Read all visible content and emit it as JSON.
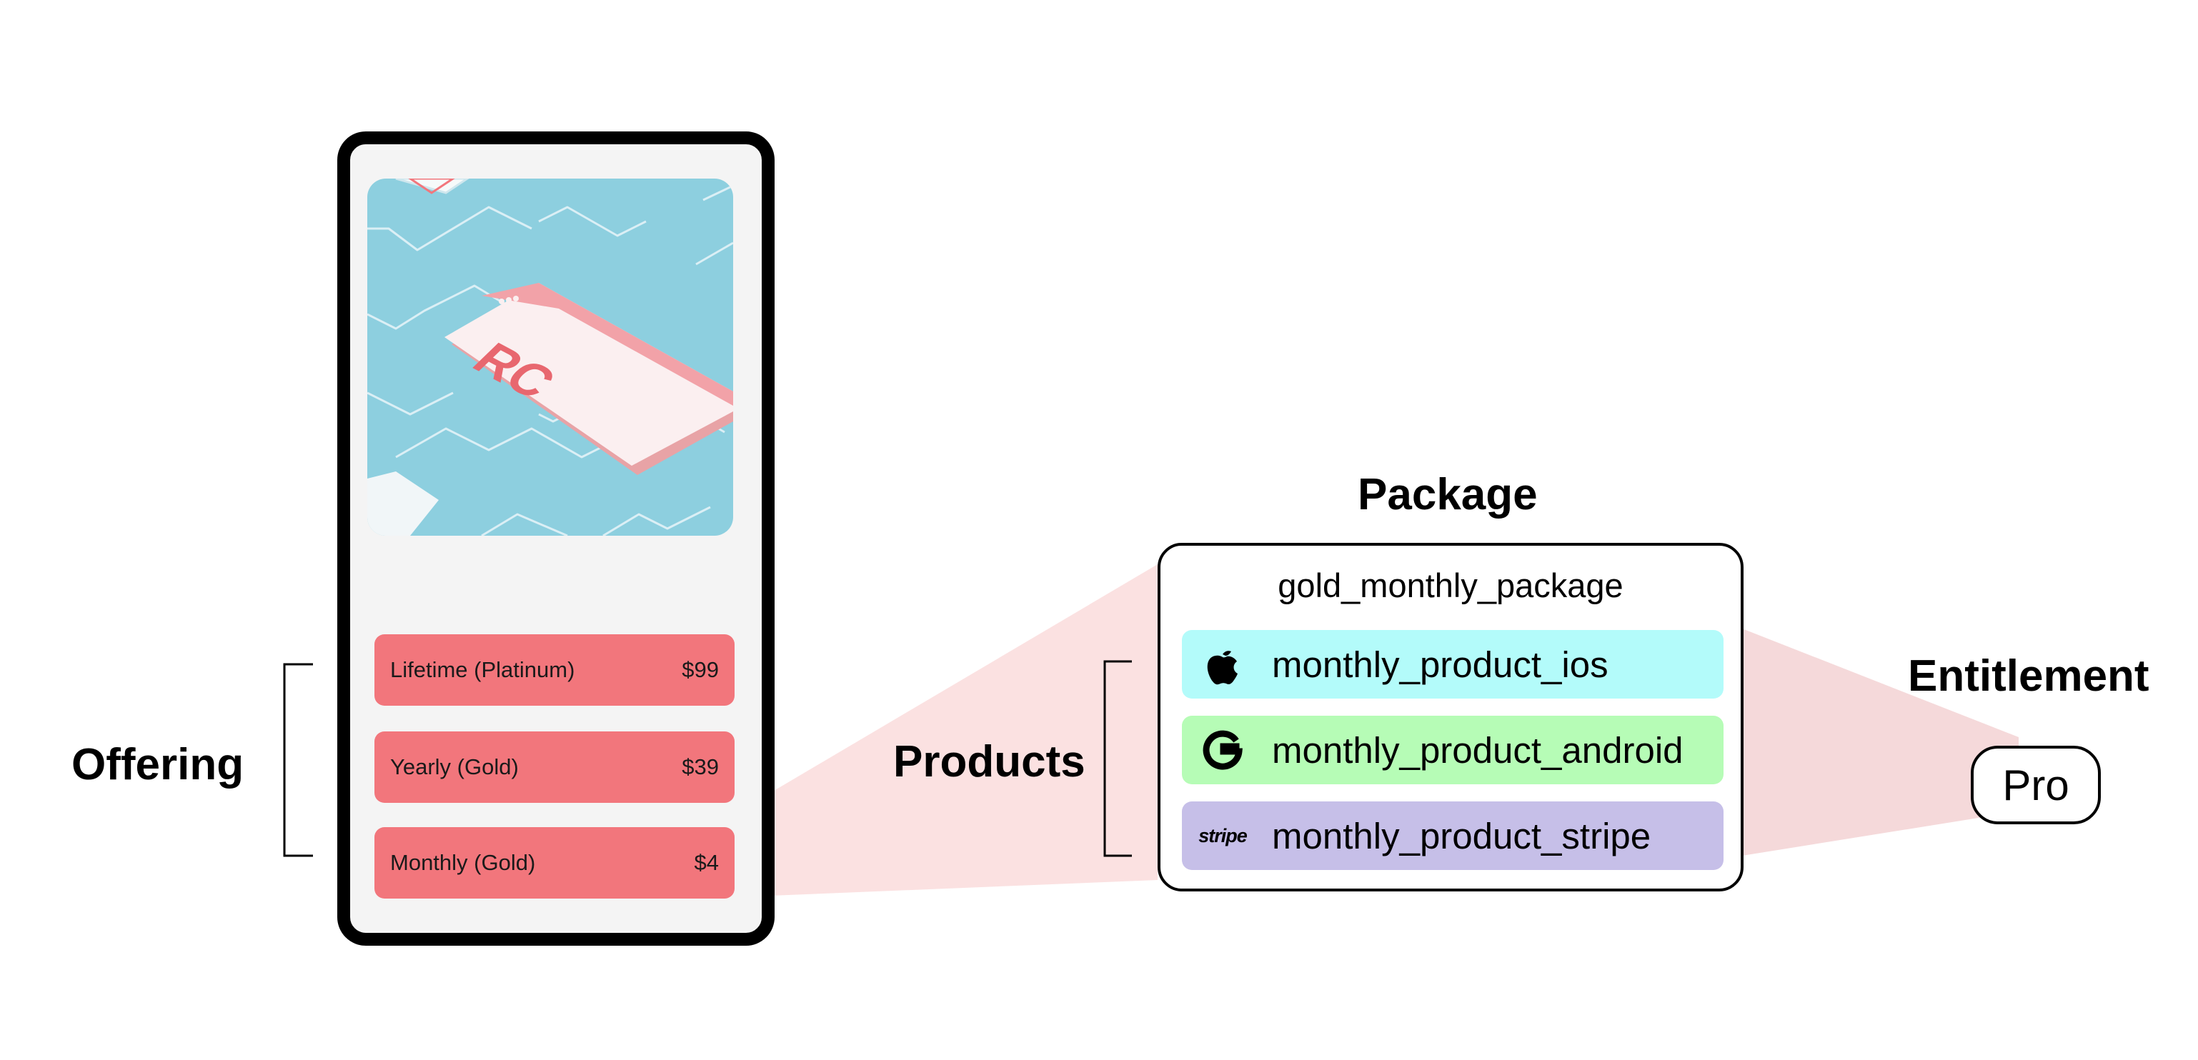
{
  "labels": {
    "offering": "Offering",
    "products": "Products",
    "package": "Package",
    "entitlement": "Entitlement"
  },
  "phone": {
    "hero_logo_text": "RC",
    "options": [
      {
        "name": "Lifetime (Platinum)",
        "price": "$99"
      },
      {
        "name": "Yearly (Gold)",
        "price": "$39"
      },
      {
        "name": "Monthly (Gold)",
        "price": "$4"
      }
    ]
  },
  "package": {
    "name": "gold_monthly_package",
    "products": [
      {
        "icon": "apple-icon",
        "name": "monthly_product_ios",
        "color": "#b3fbfa"
      },
      {
        "icon": "google-icon",
        "name": "monthly_product_android",
        "color": "#b6fcb6"
      },
      {
        "icon": "stripe-icon",
        "icon_text": "stripe",
        "name": "monthly_product_stripe",
        "color": "#c6bfe8"
      }
    ]
  },
  "entitlement": {
    "name": "Pro"
  },
  "colors": {
    "connector": "#fbe1e1",
    "option_fill": "#f2767c",
    "phone_bg": "#f4f4f4",
    "hero_bg": "#8dcfdf"
  }
}
